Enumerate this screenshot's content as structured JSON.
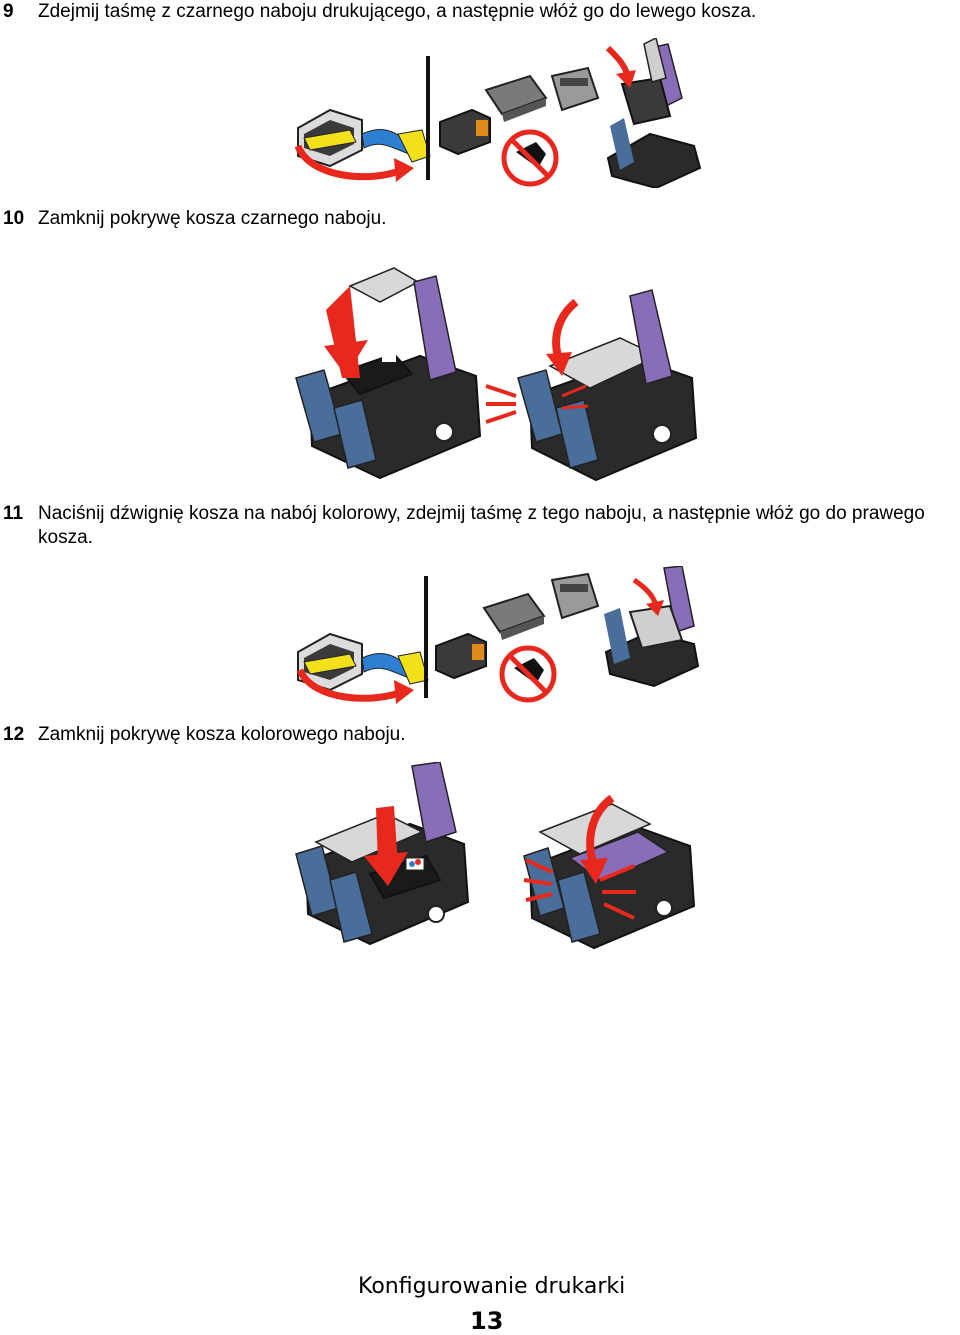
{
  "steps": [
    {
      "number": "9",
      "text": "Zdejmij taśmę z czarnego naboju drukującego, a następnie włóż go do lewego kosza."
    },
    {
      "number": "10",
      "text": "Zamknij pokrywę kosza czarnego naboju."
    },
    {
      "number": "11",
      "text": "Naciśnij dźwignię kosza na nabój kolorowy, zdejmij taśmę z tego naboju, a następnie włóż go do prawego",
      "text_cont": "kosza."
    },
    {
      "number": "12",
      "text": "Zamknij pokrywę kosza kolorowego naboju."
    }
  ],
  "footer": {
    "section_title": "Konfigurowanie drukarki",
    "page_number": "13"
  },
  "colors": {
    "arrow": "#e8281c",
    "tape": "#f2e11a",
    "tape_blue": "#2e7fd1",
    "lid_purple": "#8a6db8",
    "carrier_blue": "#4a6e9a",
    "dark": "#2a2a2a",
    "grey": "#8c8c8c"
  },
  "icons": [
    "no-touch-warning-icon"
  ]
}
